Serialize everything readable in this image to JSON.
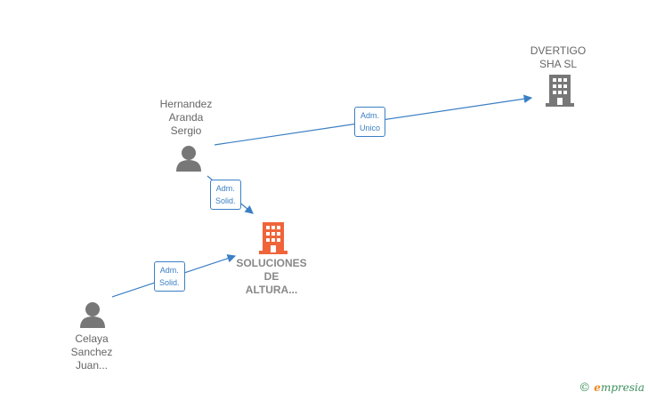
{
  "nodes": {
    "dvertigo": {
      "label": "DVERTIGO\nSHA  SL",
      "icon": "building-icon",
      "color": "#777777"
    },
    "hernandez": {
      "label": "Hernandez\nAranda\nSergio",
      "icon": "person-icon",
      "color": "#777777"
    },
    "soluciones": {
      "label": "SOLUCIONES\nDE\nALTURA...",
      "icon": "building-icon",
      "color": "#f0643a"
    },
    "celaya": {
      "label": "Celaya\nSanchez\nJuan...",
      "icon": "person-icon",
      "color": "#777777"
    }
  },
  "edges": {
    "hernandez_dvertigo": "Adm.\nUnico",
    "hernandez_soluciones": "Adm.\nSolid.",
    "celaya_soluciones": "Adm.\nSolid."
  },
  "brand": {
    "copyright": "©",
    "first_letter": "e",
    "rest": "mpresia"
  },
  "colors": {
    "edge": "#3b7fc4",
    "accent": "#f0643a",
    "node": "#777777"
  }
}
